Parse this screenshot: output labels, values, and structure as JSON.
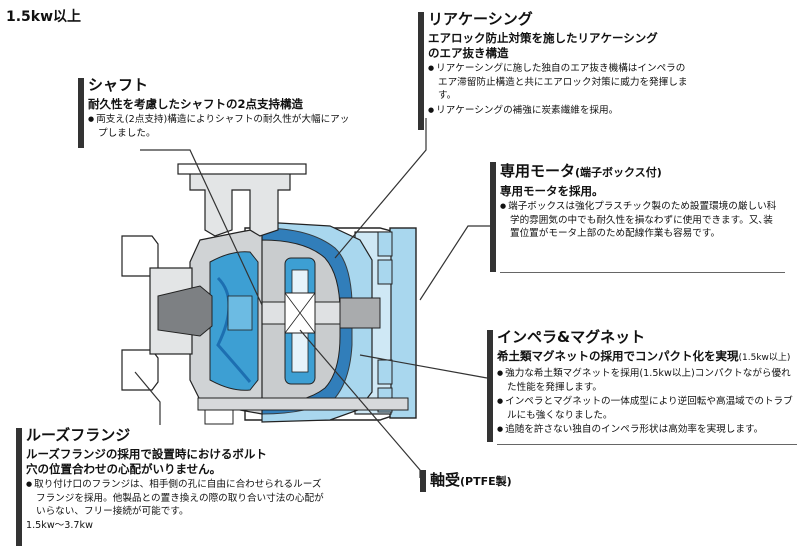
{
  "header": {
    "rating": "1.5kw以上"
  },
  "shaft": {
    "title": "シャフト",
    "subtitle": "耐久性を考慮したシャフトの2点支持構造",
    "bullets": [
      "両支え(2点支持)構造によりシャフトの耐久性が大幅にアップしました。"
    ]
  },
  "rear_casing": {
    "title": "リアケーシング",
    "subtitle_1": "エアロック防止対策を施したリアケーシング",
    "subtitle_2": "のエア抜き構造",
    "bullets": [
      "リアケーシングに施した独自のエア抜き機構はインペラのエア滞留防止構造と共にエアロック対策に威力を発揮します。",
      "リアケーシングの補強に炭素繊維を採用。"
    ]
  },
  "motor": {
    "title": "専用モータ",
    "title_note": "(端子ボックス付)",
    "subtitle": "専用モータを採用。",
    "bullets": [
      "端子ボックスは強化プラスチック製のため設置環境の厳しい科学的雰囲気の中でも耐久性を損なわずに使用できます。又､装置位置がモータ上部のため配線作業も容易です。"
    ]
  },
  "impeller": {
    "title": "インペラ&マグネット",
    "subtitle": "希土類マグネットの採用でコンパクト化を実現",
    "subtitle_note": "(1.5kw以上)",
    "bullets": [
      "強力な希土類マグネットを採用(1.5kw以上)コンパクトながら優れた性能を発揮します。",
      "インペラとマグネットの一体成型により逆回転や高温域でのトラブルにも強くなりました。",
      "追随を許さない独自のインペラ形状は高効率を実現します。"
    ]
  },
  "flange": {
    "title": "ルーズフランジ",
    "subtitle_1": "ルーズフランジの採用で設置時におけるボルト",
    "subtitle_2": "穴の位置合わせの心配がいりません。",
    "bullets": [
      "取り付け口のフランジは、相手側の孔に自由に合わせられるルーズフランジを採用。他製品との置き換えの際の取り合い寸法の心配がいらない、フリー接続が可能です。"
    ],
    "note": "1.5kw～3.7kw"
  },
  "bearing": {
    "title": "軸受",
    "title_note": "(PTFE製)"
  },
  "colors": {
    "light_blue": "#a9d7ee",
    "mid_blue": "#3d9fd3",
    "dark_blue": "#1d6fb1",
    "steel": "#b9bcbf",
    "steel_dark": "#6e7174",
    "line": "#222222"
  }
}
